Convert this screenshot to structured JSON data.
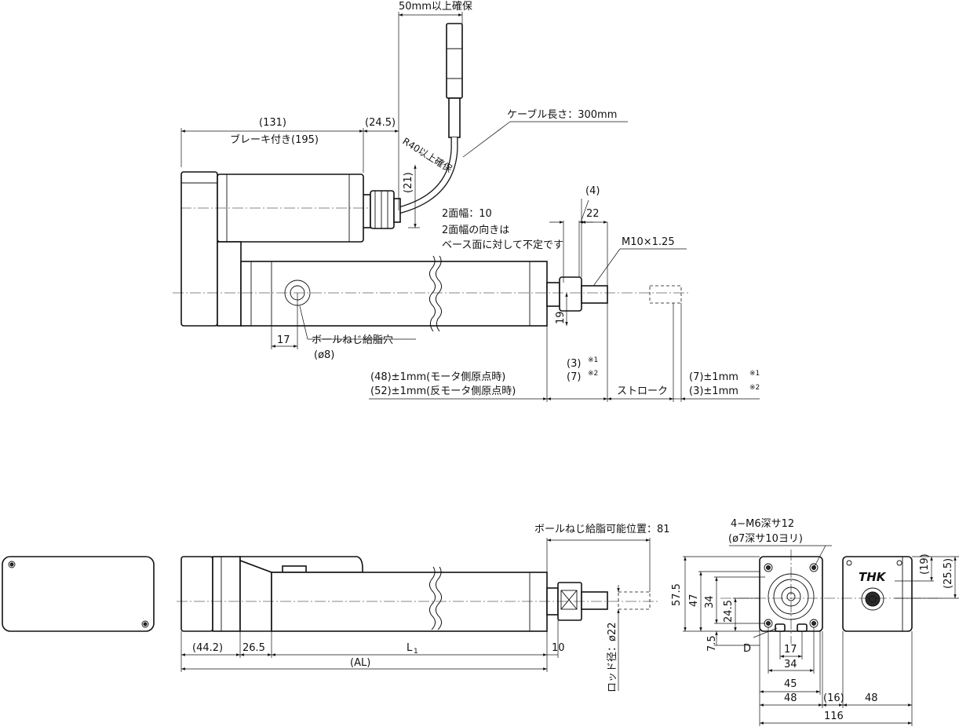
{
  "top_view": {
    "cable_clearance": "50mm以上確保",
    "cable_length": "ケーブル長さ：300mm",
    "bend_radius": "R40以上確保",
    "motor_length": "(131)",
    "motor_length_brake": "ブレーキ付き(195)",
    "connector_offset": "(24.5)",
    "cable_height": "(21)",
    "wrench_flats": "2面幅：10",
    "wrench_note_1": "2面幅の向きは",
    "wrench_note_2": "ベース面に対して不定です",
    "flat_offset": "(4)",
    "thread_length": "22",
    "rod_thread": "M10×1.25",
    "rod_height": "19",
    "grease_port_dist": "17",
    "grease_port_label": "ボールねじ給脂穴",
    "grease_port_dia": "(ø8)",
    "origin_motor": "(48)±1mm(モータ側原点時)",
    "origin_opposite": "(52)±1mm(反モータ側原点時)",
    "overrun_a": "(3)",
    "overrun_a_note": "※1",
    "overrun_b": "(7)",
    "overrun_b_note": "※2",
    "stroke": "ストローク",
    "end_a": "(7)±1mm",
    "end_a_note": "※1",
    "end_b": "(3)±1mm",
    "end_b_note": "※2"
  },
  "side_view": {
    "grease_position": "ボールねじ給脂可能位置：81",
    "dim_motor": "(44.2)",
    "dim_block": "26.5",
    "dim_body": "L",
    "dim_body_sub": "1",
    "dim_end": "10",
    "dim_total": "(AL)",
    "rod_diameter": "ロッド径：ø22"
  },
  "end_view": {
    "tap_holes": "4−M6深サ12",
    "tap_holes_sub": "(ø7深サ10ヨリ)",
    "logo": "THK",
    "h_total": "57.5",
    "h_body": "47",
    "h_pitch": "34",
    "h_center": "24.5",
    "h_base": "7.5",
    "label_d": "D",
    "w_slot": "17",
    "w_pitch": "34",
    "w_inner": "45",
    "w_left": "48",
    "w_gap": "(16)",
    "w_right": "48",
    "w_total": "116",
    "h_top_right": "(19)",
    "h_right": "(25.5)"
  }
}
